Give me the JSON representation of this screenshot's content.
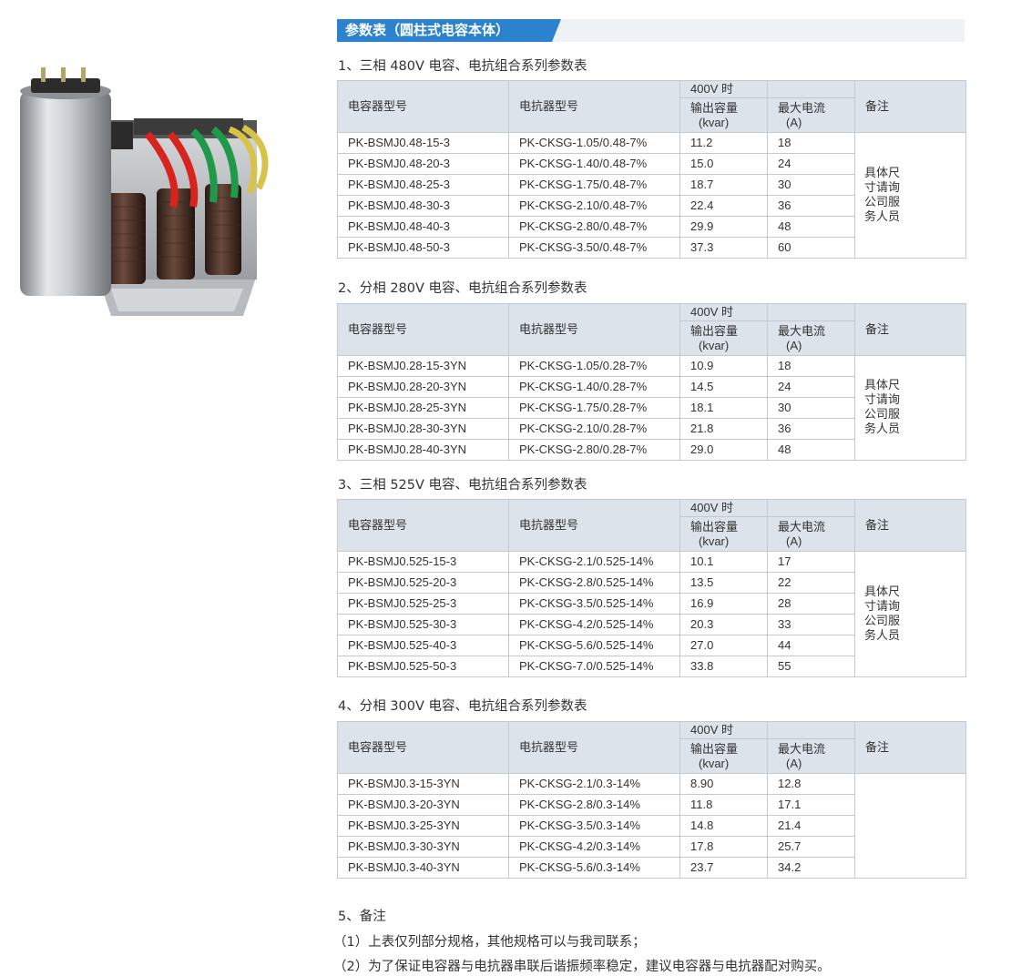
{
  "header": {
    "title": "参数表（圆柱式电容本体）"
  },
  "columns": {
    "capacitor": "电容器型号",
    "reactor": "电抗器型号",
    "voltage": "400V 时",
    "output_label": "输出容量",
    "output_unit": "(kvar)",
    "current_label": "最大电流",
    "current_unit": "(A)",
    "remark": "备注"
  },
  "tables": [
    {
      "title": "1、三相 480V 电容、电抗组合系列参数表",
      "remark": "具体尺寸请询公司服务人员",
      "rows": [
        {
          "cap": "PK-BSMJ0.48-15-3",
          "reactor": "PK-CKSG-1.05/0.48-7%",
          "kvar": "11.2",
          "amp": "18"
        },
        {
          "cap": "PK-BSMJ0.48-20-3",
          "reactor": "PK-CKSG-1.40/0.48-7%",
          "kvar": "15.0",
          "amp": "24"
        },
        {
          "cap": "PK-BSMJ0.48-25-3",
          "reactor": "PK-CKSG-1.75/0.48-7%",
          "kvar": "18.7",
          "amp": "30"
        },
        {
          "cap": "PK-BSMJ0.48-30-3",
          "reactor": "PK-CKSG-2.10/0.48-7%",
          "kvar": "22.4",
          "amp": "36"
        },
        {
          "cap": "PK-BSMJ0.48-40-3",
          "reactor": "PK-CKSG-2.80/0.48-7%",
          "kvar": "29.9",
          "amp": "48"
        },
        {
          "cap": "PK-BSMJ0.48-50-3",
          "reactor": "PK-CKSG-3.50/0.48-7%",
          "kvar": "37.3",
          "amp": "60"
        }
      ]
    },
    {
      "title": "2、分相 280V 电容、电抗组合系列参数表",
      "remark": "具体尺寸请询公司服务人员",
      "rows": [
        {
          "cap": "PK-BSMJ0.28-15-3YN",
          "reactor": "PK-CKSG-1.05/0.28-7%",
          "kvar": "10.9",
          "amp": "18"
        },
        {
          "cap": "PK-BSMJ0.28-20-3YN",
          "reactor": "PK-CKSG-1.40/0.28-7%",
          "kvar": "14.5",
          "amp": "24"
        },
        {
          "cap": "PK-BSMJ0.28-25-3YN",
          "reactor": "PK-CKSG-1.75/0.28-7%",
          "kvar": "18.1",
          "amp": "30"
        },
        {
          "cap": "PK-BSMJ0.28-30-3YN",
          "reactor": "PK-CKSG-2.10/0.28-7%",
          "kvar": "21.8",
          "amp": "36"
        },
        {
          "cap": "PK-BSMJ0.28-40-3YN",
          "reactor": "PK-CKSG-2.80/0.28-7%",
          "kvar": "29.0",
          "amp": "48"
        }
      ]
    },
    {
      "title": "3、三相 525V 电容、电抗组合系列参数表",
      "remark": "具体尺寸请询公司服务人员",
      "rows": [
        {
          "cap": "PK-BSMJ0.525-15-3",
          "reactor": "PK-CKSG-2.1/0.525-14%",
          "kvar": "10.1",
          "amp": "17"
        },
        {
          "cap": "PK-BSMJ0.525-20-3",
          "reactor": "PK-CKSG-2.8/0.525-14%",
          "kvar": "13.5",
          "amp": "22"
        },
        {
          "cap": "PK-BSMJ0.525-25-3",
          "reactor": "PK-CKSG-3.5/0.525-14%",
          "kvar": "16.9",
          "amp": "28"
        },
        {
          "cap": "PK-BSMJ0.525-30-3",
          "reactor": "PK-CKSG-4.2/0.525-14%",
          "kvar": "20.3",
          "amp": "33"
        },
        {
          "cap": "PK-BSMJ0.525-40-3",
          "reactor": "PK-CKSG-5.6/0.525-14%",
          "kvar": "27.0",
          "amp": "44"
        },
        {
          "cap": "PK-BSMJ0.525-50-3",
          "reactor": "PK-CKSG-7.0/0.525-14%",
          "kvar": "33.8",
          "amp": "55"
        }
      ]
    },
    {
      "title": "4、分相 300V 电容、电抗组合系列参数表",
      "remark": "",
      "rows": [
        {
          "cap": "PK-BSMJ0.3-15-3YN",
          "reactor": "PK-CKSG-2.1/0.3-14%",
          "kvar": "8.90",
          "amp": "12.8"
        },
        {
          "cap": "PK-BSMJ0.3-20-3YN",
          "reactor": "PK-CKSG-2.8/0.3-14%",
          "kvar": "11.8",
          "amp": "17.1"
        },
        {
          "cap": "PK-BSMJ0.3-25-3YN",
          "reactor": "PK-CKSG-3.5/0.3-14%",
          "kvar": "14.8",
          "amp": "21.4"
        },
        {
          "cap": "PK-BSMJ0.3-30-3YN",
          "reactor": "PK-CKSG-4.2/0.3-14%",
          "kvar": "17.8",
          "amp": "25.7"
        },
        {
          "cap": "PK-BSMJ0.3-40-3YN",
          "reactor": "PK-CKSG-5.6/0.3-14%",
          "kvar": "23.7",
          "amp": "34.2"
        }
      ]
    }
  ],
  "notes": {
    "title": "5、备注",
    "items": [
      "（1）上表仅列部分规格，其他规格可以与我司联系；",
      "（2）为了保证电容器与电抗器串联后谐振频率稳定，建议电容器与电抗器配对购买。"
    ]
  }
}
